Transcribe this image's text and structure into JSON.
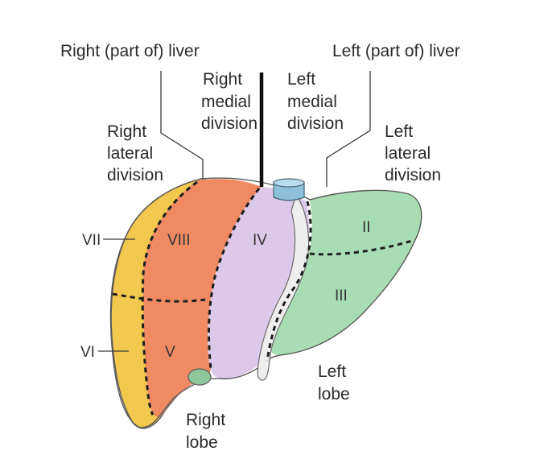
{
  "labels": {
    "right_part": "Right (part of) liver",
    "left_part": "Left (part of) liver",
    "right_medial": [
      "Right",
      "medial",
      "division"
    ],
    "left_medial": [
      "Left",
      "medial",
      "division"
    ],
    "right_lateral": [
      "Right",
      "lateral",
      "division"
    ],
    "left_lateral": [
      "Left",
      "lateral",
      "division"
    ],
    "left_lobe": [
      "Left",
      "lobe"
    ],
    "right_lobe": [
      "Right",
      "lobe"
    ]
  },
  "segments": {
    "seg_ii": "II",
    "seg_iii": "III",
    "seg_iv": "IV",
    "seg_v": "V",
    "seg_vi": "VI",
    "seg_vii": "VII",
    "seg_viii": "VIII"
  },
  "colors": {
    "right_lateral": "#f3c84e",
    "right_medial": "#ef8a63",
    "left_medial": "#dcc8e8",
    "left_lateral": "#a8dcb2",
    "vessel": "#8ebfd8"
  }
}
